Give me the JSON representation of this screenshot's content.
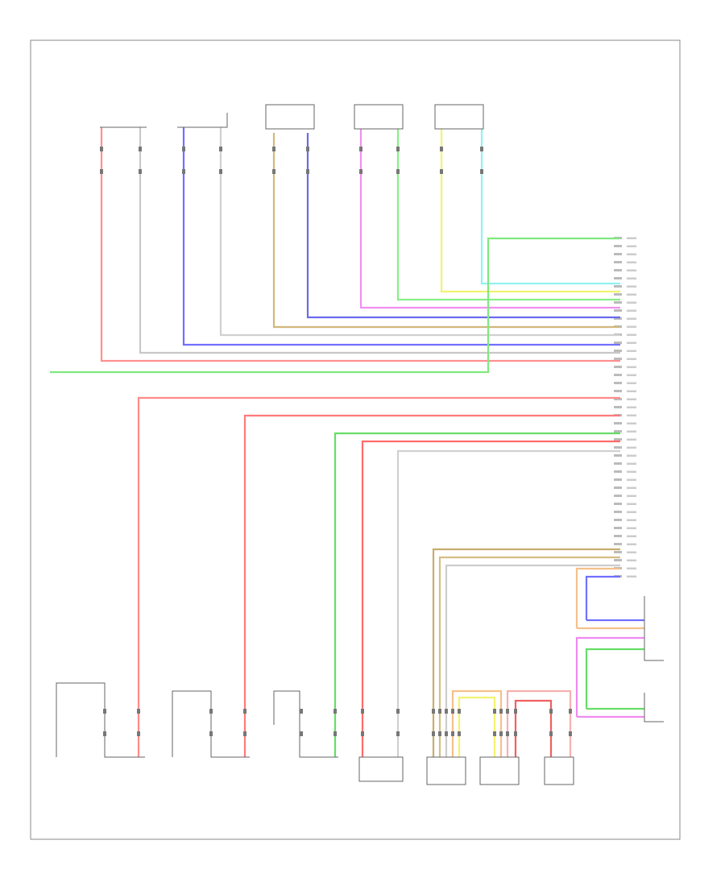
{
  "figure_id": "",
  "components_top": [
    {
      "id": "rr-belt",
      "label": ""
    },
    {
      "id": "rl-belt",
      "label": ""
    },
    {
      "id": "sw-a",
      "label": ""
    },
    {
      "id": "sw-b",
      "label": ""
    },
    {
      "id": "sw-c",
      "label": ""
    }
  ],
  "components_bottom": [
    {
      "id": "b1",
      "label": ""
    },
    {
      "id": "b2",
      "label": ""
    },
    {
      "id": "b3",
      "label": ""
    },
    {
      "id": "b4",
      "label": ""
    },
    {
      "id": "b5",
      "label": ""
    },
    {
      "id": "b6",
      "label": ""
    },
    {
      "id": "b7",
      "label": ""
    }
  ],
  "components_right": [
    {
      "id": "r1",
      "label": ""
    },
    {
      "id": "r2",
      "label": ""
    },
    {
      "id": "r3",
      "label": ""
    }
  ],
  "wire_colors": {
    "red": "#ff8a8a",
    "gray": "#cfcfcf",
    "blue": "#7070ff",
    "tan": "#cdb27a",
    "purple": "#8080e8",
    "pink": "#f08af0",
    "green": "#66dd66",
    "yellow": "#f2f270",
    "cyan": "#90f2f2",
    "orange": "#f5c08a",
    "lime": "#7fe87f",
    "darkred": "#f06060",
    "outline": "#666666"
  }
}
